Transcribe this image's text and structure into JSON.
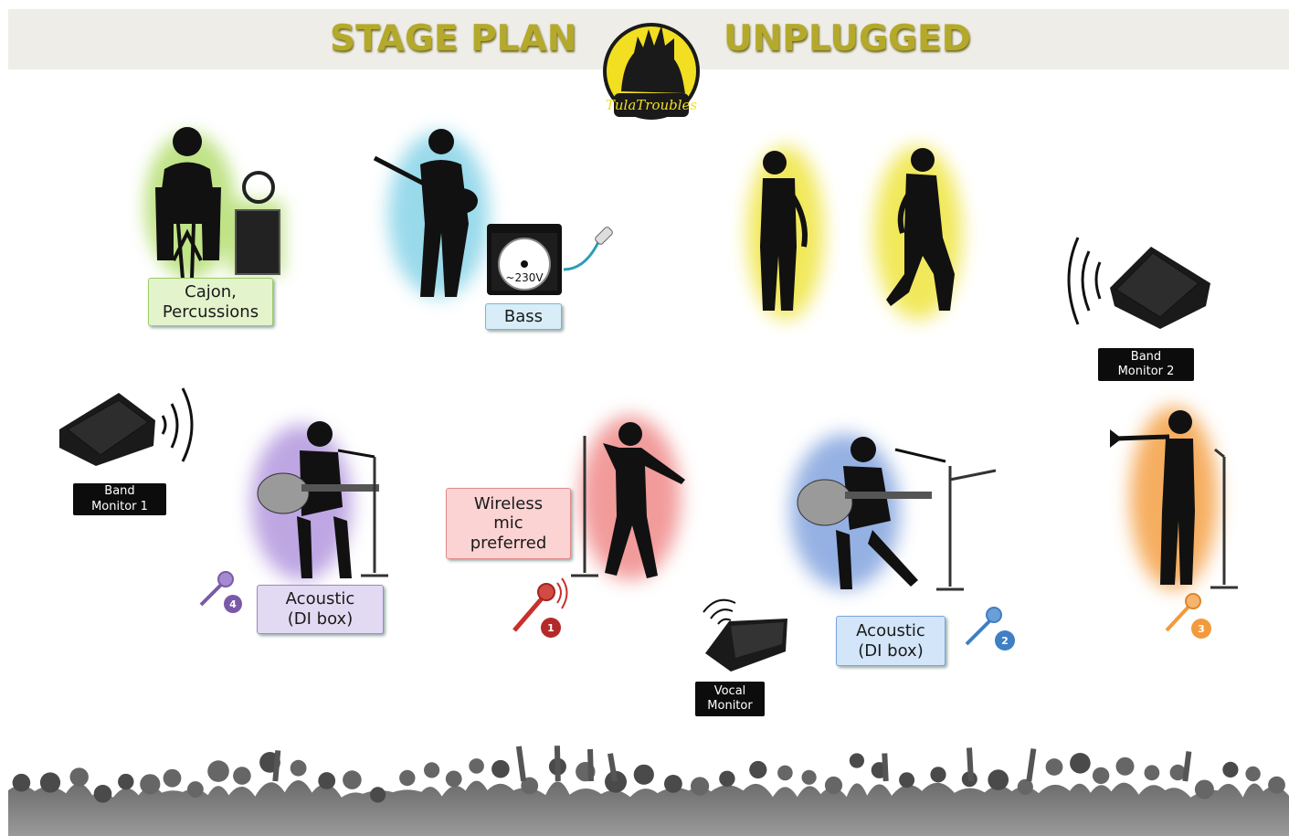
{
  "header": {
    "title_left": "STAGE PLAN",
    "title_right": "UNPLUGGED",
    "logo_text": "TulaTroubles",
    "background": "#eeede8",
    "title_color": "#b5a92c"
  },
  "performers": {
    "percussion": {
      "label": "Cajon,\nPercussions",
      "glow": "#b9e07a"
    },
    "bass": {
      "label": "Bass",
      "amp_text": "~230V",
      "glow": "#7fd0e6"
    },
    "saxophones": {
      "glow": "#f0e64a"
    },
    "acoustic_left": {
      "label": "Acoustic\n(DI box)",
      "glow": "#b79de0"
    },
    "singer": {
      "label": "Wireless\nmic\npreferred",
      "glow": "#f08a8a"
    },
    "acoustic_right": {
      "label": "Acoustic\n(DI box)",
      "glow": "#8aa9e0"
    },
    "trumpet": {
      "glow": "#f5a550"
    }
  },
  "monitors": {
    "band_monitor_1": "Band\nMonitor 1",
    "band_monitor_2": "Band\nMonitor 2",
    "vocal_monitor": "Vocal\nMonitor"
  },
  "microphones": [
    {
      "number": "1",
      "color": "#c9302c"
    },
    {
      "number": "2",
      "color": "#3f7fc4"
    },
    {
      "number": "3",
      "color": "#f29a3c"
    },
    {
      "number": "4",
      "color": "#7a5aa8"
    }
  ],
  "audience": {
    "color": "#555555"
  }
}
